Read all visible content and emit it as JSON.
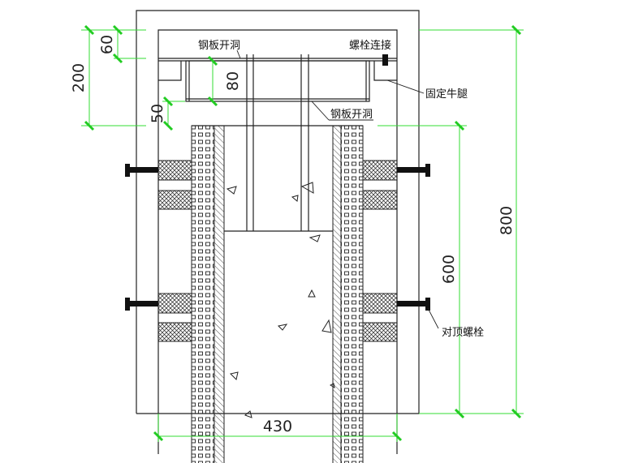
{
  "labels": {
    "plate_hole_top": "钢板开洞",
    "plate_hole_bottom": "钢板开洞",
    "bolt_connection": "螺栓连接",
    "fixed_bracket": "固定牛腿",
    "opposing_bolt": "对顶螺栓"
  },
  "dimensions": {
    "d60": "60",
    "d200": "200",
    "d80": "80",
    "d50": "50",
    "d800": "800",
    "d600": "600",
    "d430": "430"
  },
  "colors": {
    "dimension": "#33dd33",
    "line": "#222222"
  }
}
